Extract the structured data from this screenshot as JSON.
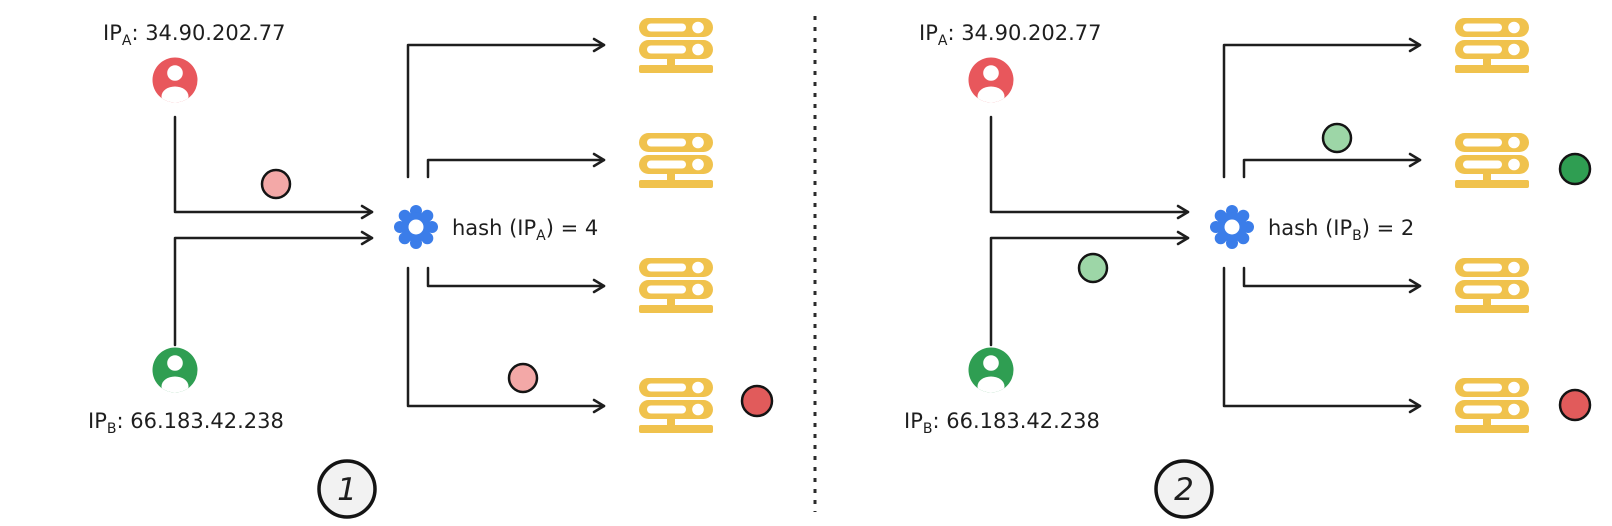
{
  "colors": {
    "client_a": "#e8575c",
    "client_b": "#2f9e52",
    "request_a_dot": "#f3a8a7",
    "request_b_dot": "#9dd6a7",
    "assignment_a_dot": "#e15b5b",
    "assignment_b_dot": "#2f9e52",
    "server": "#f0c24d",
    "hash_gear": "#3b7de9",
    "step_badge_fill": "#f2f2f2"
  },
  "panel1": {
    "step_label": "1",
    "client_a_ip": {
      "prefix": "IP",
      "sub": "A",
      "value": ": 34.90.202.77"
    },
    "client_b_ip": {
      "prefix": "IP",
      "sub": "B",
      "value": ": 66.183.42.238"
    },
    "hash_label": {
      "prefix": "hash (IP",
      "sub": "A",
      "suffix": ") = 4"
    }
  },
  "panel2": {
    "step_label": "2",
    "client_a_ip": {
      "prefix": "IP",
      "sub": "A",
      "value": ": 34.90.202.77"
    },
    "client_b_ip": {
      "prefix": "IP",
      "sub": "B",
      "value": ": 66.183.42.238"
    },
    "hash_label": {
      "prefix": "hash (IP",
      "sub": "B",
      "suffix": ") = 2"
    }
  }
}
